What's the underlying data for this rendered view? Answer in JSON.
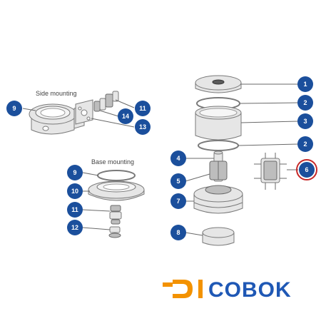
{
  "labels": {
    "side": "Side mounting",
    "base": "Base mounting"
  },
  "badges": {
    "b1": "1",
    "b2a": "2",
    "b3": "3",
    "b2b": "2",
    "b4": "4",
    "b5": "5",
    "b6": "6",
    "b7": "7",
    "b8": "8",
    "side9": "9",
    "side11": "11",
    "side14": "14",
    "side13": "13",
    "base9": "9",
    "base10": "10",
    "base11": "11",
    "base12": "12"
  },
  "colors": {
    "badge": "#1b4f9c",
    "highlight": "#c62828",
    "brand": "#1f58b5",
    "brand_accent": "#f39200"
  },
  "watermark": {
    "text": "COBOK"
  }
}
